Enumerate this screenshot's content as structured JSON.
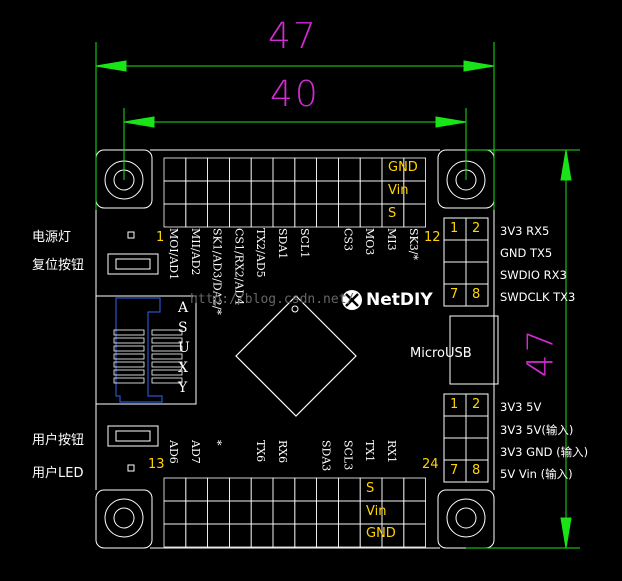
{
  "dimensions": {
    "width_total": "47",
    "width_holes": "40",
    "height_total": "47"
  },
  "left_labels": {
    "power_led": "电源灯",
    "reset_button": "复位按钮",
    "user_button": "用户按钮",
    "user_led": "用户LED"
  },
  "side_letters": [
    "A",
    "S",
    "U",
    "X",
    "Y"
  ],
  "top_rail": {
    "gnd": "GND",
    "vin": "Vin",
    "s": "S"
  },
  "bottom_rail": {
    "s": "S",
    "vin": "Vin",
    "gnd": "GND"
  },
  "pin_numbers": {
    "p1": "1",
    "p12": "12",
    "p13": "13",
    "p24": "24"
  },
  "top_pins": [
    "MOI/AD1",
    "MII/AD2",
    "SK1/AD3/DA2/*",
    "CS1/RX2/AD4",
    "TX2/AD5",
    "SDA1",
    "SCL1",
    "",
    "CS3",
    "MO3",
    "MI3",
    "SK3/*"
  ],
  "bottom_pins": [
    "AD6",
    "AD7",
    "*",
    "",
    "TX6",
    "RX6",
    "",
    "SDA3",
    "SCL3",
    "TX1",
    "RX1",
    ""
  ],
  "logo": "NetDIY",
  "watermark": "http://blog.csdn.net/",
  "usb_label": "MicroUSB",
  "conn1": {
    "nums": [
      "1",
      "2",
      "7",
      "8"
    ],
    "labels": [
      "3V3  RX5",
      "GND TX5",
      "SWDIO    RX3",
      "SWDCLK TX3"
    ]
  },
  "conn2": {
    "nums": [
      "1",
      "2",
      "7",
      "8"
    ],
    "labels": [
      "3V3   5V",
      "3V3    5V(输入)",
      "3V3  GND (输入)",
      "5V      Vin (输入)"
    ]
  },
  "colors": {
    "outline": "#ffffff",
    "dimension": "#18e418",
    "dimension_text": "#d12bd1",
    "pin_text": "#ffd400",
    "connector": "#1c3a8c"
  }
}
